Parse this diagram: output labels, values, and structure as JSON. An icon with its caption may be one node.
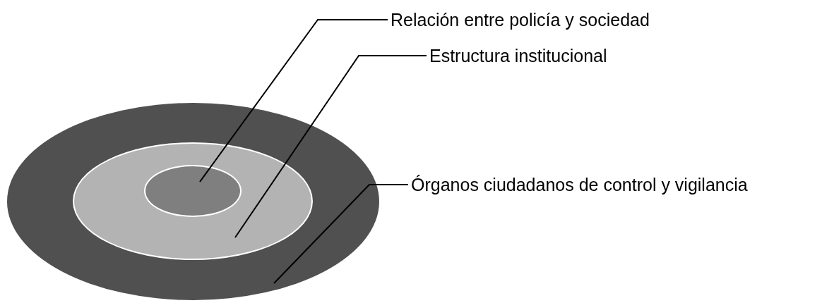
{
  "diagram": {
    "nodes": [
      {
        "text": [],
        "shape": "ellipse"
      },
      {
        "text": [],
        "shape": "ellipse",
        "in": 0
      },
      {
        "text": [],
        "shape": "ellipse",
        "in": 1
      },
      {
        "text": [
          "Relación entre policía y sociedad"
        ]
      },
      {
        "text": [
          "Estructura institucional"
        ]
      },
      {
        "text": [
          "Órganos ciudadanos de control y vigilancia"
        ]
      }
    ],
    "edges": [
      {
        "from": 3,
        "to": 2,
        "arrow": "none"
      },
      {
        "from": 4,
        "to": 1,
        "arrow": "none"
      },
      {
        "from": 5,
        "to": 0,
        "arrow": "none"
      }
    ]
  }
}
